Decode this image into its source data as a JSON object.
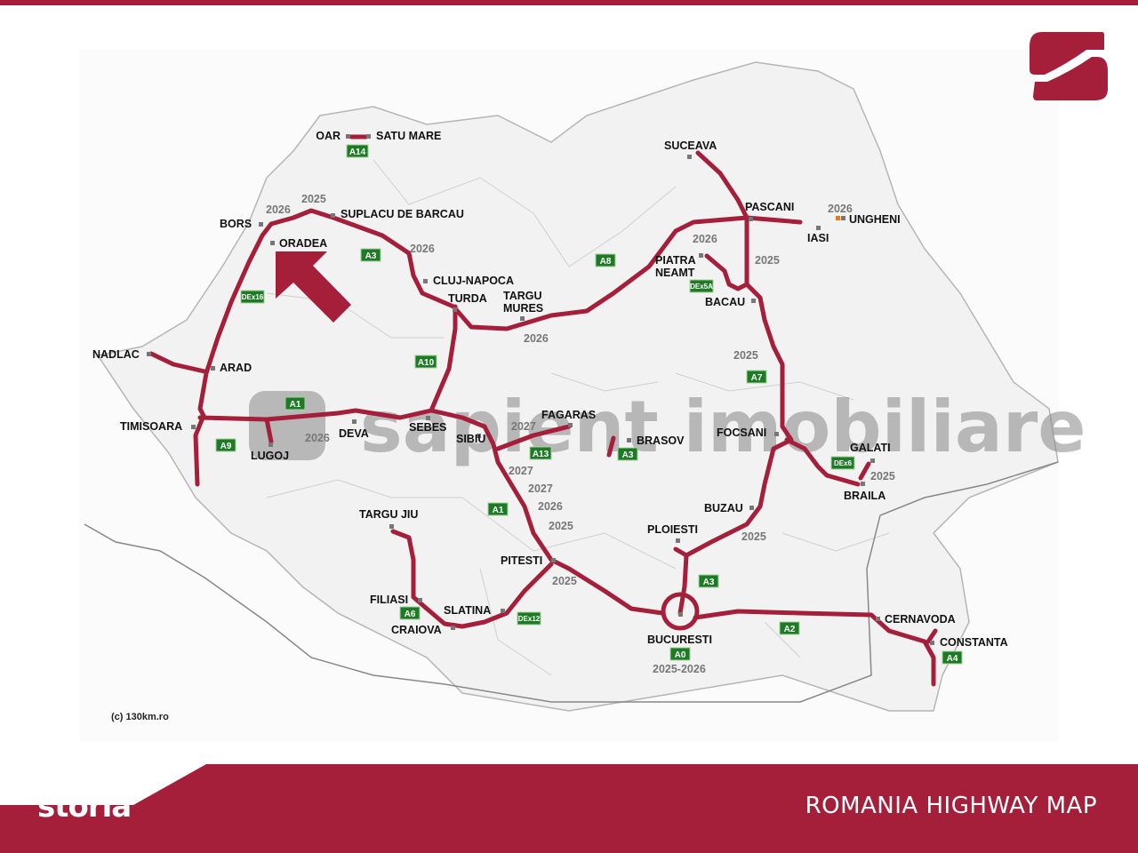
{
  "header": {
    "brand_color": "#a51e3a",
    "logo_icon": "storia-s-logo-icon"
  },
  "footer": {
    "title": "ROMANIA HIGHWAY MAP",
    "brand": "storia"
  },
  "map": {
    "credit": "(c) 130km.ro",
    "watermark": "sapient imobiliare",
    "road_color": "#a51e3a",
    "shield_color": "#1d7a25",
    "cities": {
      "oar": "OAR",
      "satu_mare": "SATU MARE",
      "suceava": "SUCEAVA",
      "pascani": "PASCANI",
      "ungheni": "UNGHENI",
      "iasi": "IASI",
      "bors": "BORS",
      "oradea": "ORADEA",
      "suplacu": "SUPLACU DE BARCAU",
      "cluj": "CLUJ-NAPOCA",
      "turda": "TURDA",
      "targu_mures_1": "TARGU",
      "targu_mures_2": "MURES",
      "piatra_1": "PIATRA",
      "piatra_2": "NEAMT",
      "bacau": "BACAU",
      "nadlac": "NADLAC",
      "arad": "ARAD",
      "timisoara": "TIMISOARA",
      "lugoj": "LUGOJ",
      "deva": "DEVA",
      "sebes": "SEBES",
      "sibiu": "SIBIU",
      "fagaras": "FAGARAS",
      "brasov": "BRASOV",
      "focsani": "FOCSANI",
      "galati": "GALATI",
      "braila": "BRAILA",
      "buzau": "BUZAU",
      "ploiesti": "PLOIESTI",
      "targu_jiu": "TARGU JIU",
      "filiasi": "FILIASI",
      "craiova": "CRAIOVA",
      "slatina": "SLATINA",
      "pitesti": "PITESTI",
      "bucuresti": "BUCURESTI",
      "cernavoda": "CERNAVODA",
      "constanta": "CONSTANTA"
    },
    "shields": [
      "A14",
      "A3",
      "DEx16",
      "A8",
      "DEx5A",
      "A7",
      "A10",
      "A1",
      "A9",
      "A13",
      "A3",
      "DEx6",
      "A1",
      "A6",
      "DEx12",
      "A3",
      "A2",
      "A0",
      "A4"
    ],
    "years": [
      "2025",
      "2026",
      "2026",
      "2026",
      "2026",
      "2025",
      "2026",
      "2025",
      "2026",
      "2027",
      "2027",
      "2027",
      "2026",
      "2025",
      "2025",
      "2025",
      "2025",
      "2025-2026"
    ]
  }
}
